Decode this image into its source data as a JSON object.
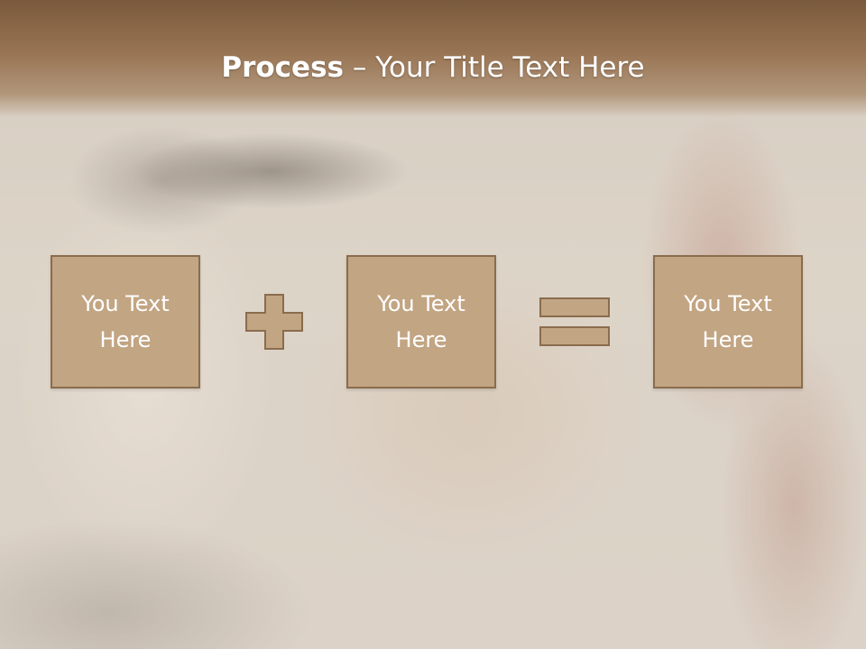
{
  "slide": {
    "title_bold": "Process",
    "title_rest": " – Your Title Text Here"
  },
  "process": {
    "boxes": [
      {
        "line1": "You Text",
        "line2": "Here"
      },
      {
        "line1": "You Text",
        "line2": "Here"
      },
      {
        "line1": "You Text",
        "line2": "Here"
      }
    ]
  },
  "colors": {
    "header": "#987453",
    "box_fill": "#c2a583",
    "box_border": "#8a6c4e",
    "text": "#ffffff"
  },
  "icons": {
    "operator_1": "plus-icon",
    "operator_2": "equals-icon"
  }
}
